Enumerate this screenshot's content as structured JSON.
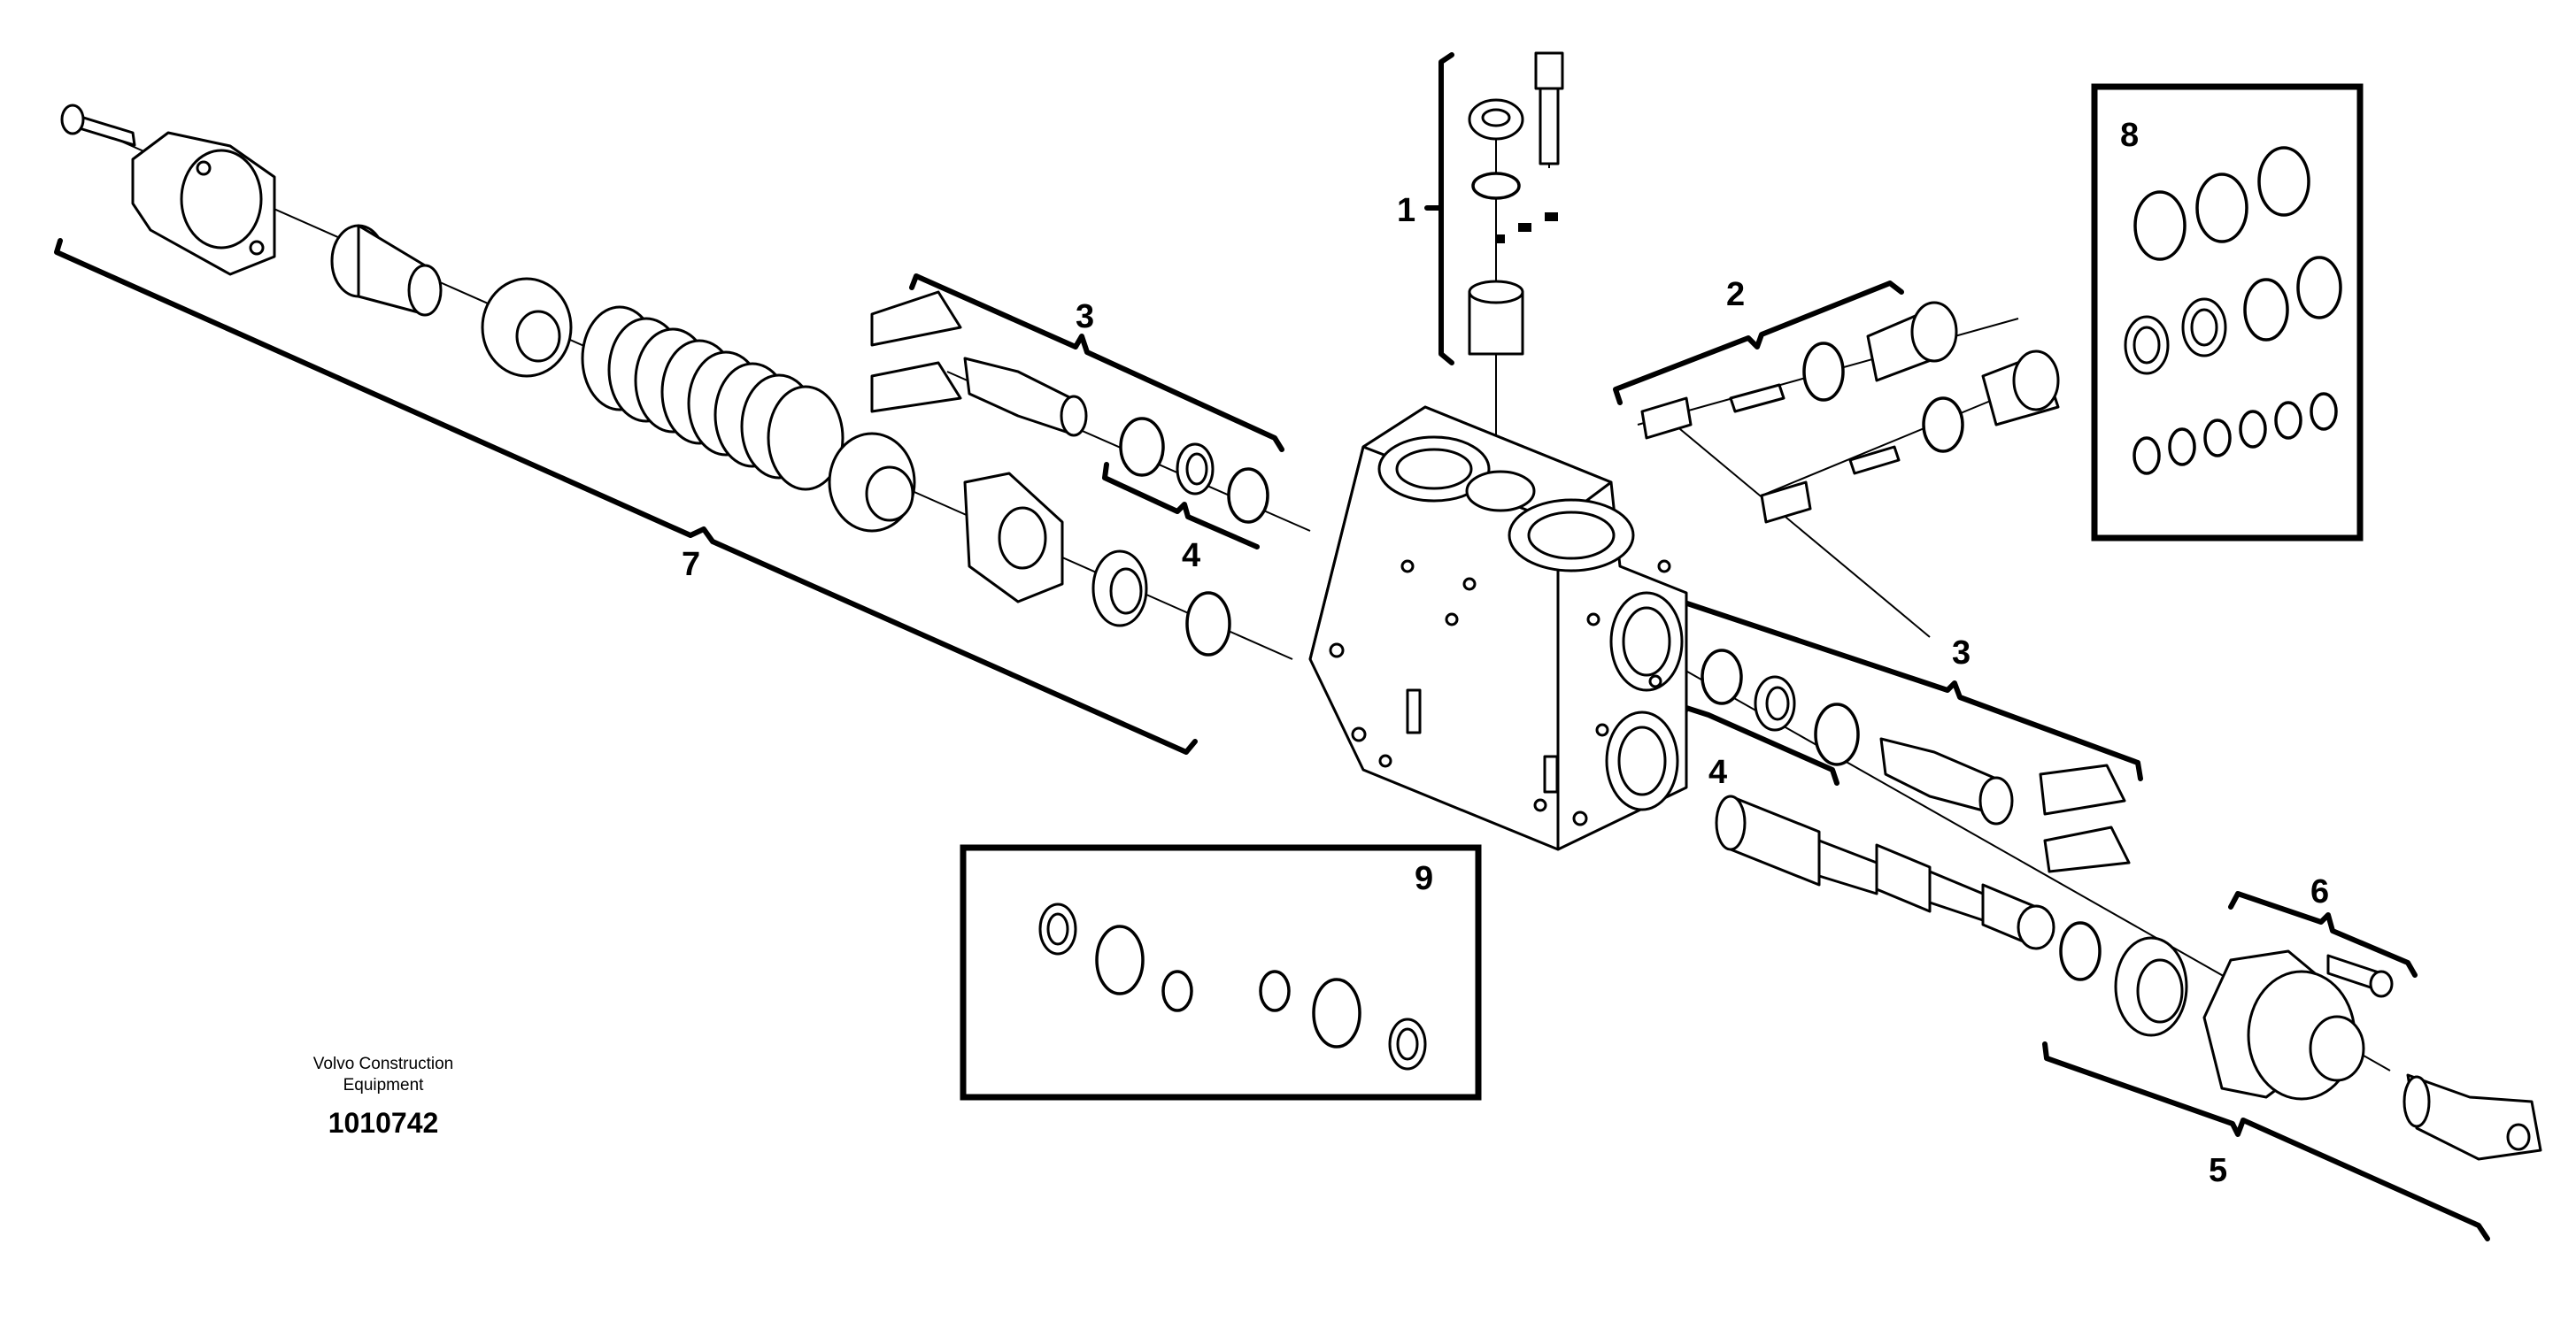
{
  "callouts": {
    "c1": "1",
    "c2": "2",
    "c3a": "3",
    "c3b": "3",
    "c4a": "4",
    "c4b": "4",
    "c5": "5",
    "c6": "6",
    "c7": "7",
    "c8": "8",
    "c9": "9"
  },
  "footer": {
    "company_line1": "Volvo Construction",
    "company_line2": "Equipment",
    "drawing_number": "1010742"
  }
}
